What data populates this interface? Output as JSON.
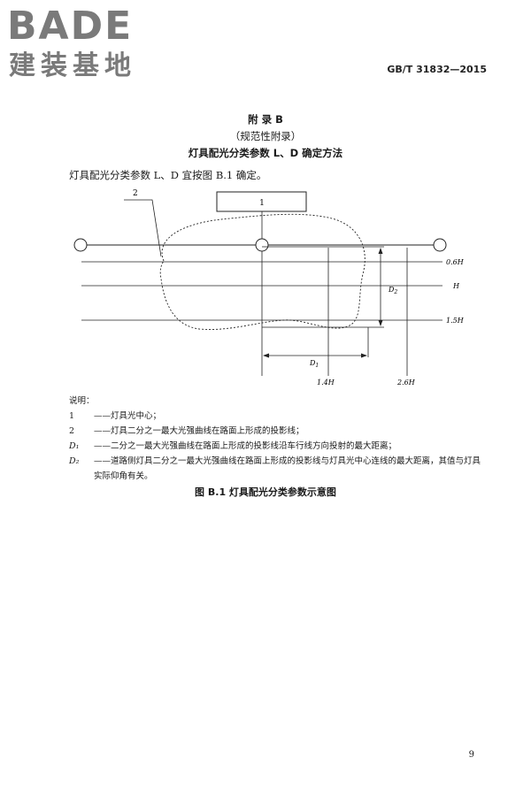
{
  "logo": {
    "word": "BADE",
    "chinese": "建装基地",
    "color": "#7a7a7a"
  },
  "header": {
    "standard_code": "GB/T 31832—2015"
  },
  "headings": {
    "appendix": "附  录  B",
    "appendix_type": "（规范性附录）",
    "title": "灯具配光分类参数 L、D 确定方法"
  },
  "intro": "灯具配光分类参数 L、D 宜按图 B.1 确定。",
  "figure": {
    "label_1": "1",
    "label_2": "2",
    "line_labels": [
      "0.6H",
      "H",
      "1.5H"
    ],
    "bottom_labels": [
      "1.4H",
      "2.6H"
    ],
    "d1_label": "D",
    "d1_sub": "1",
    "d2_label": "D",
    "d2_sub": "2"
  },
  "notes": {
    "title": "说明：",
    "items": [
      {
        "key": "1",
        "text": "——灯具光中心；"
      },
      {
        "key": "2",
        "text": "——灯具二分之一最大光强曲线在路面上形成的投影线；"
      },
      {
        "key": "D₁",
        "text": "——二分之一最大光强曲线在路面上形成的投影线沿车行线方向投射的最大距离；"
      },
      {
        "key": "D₂",
        "text": "——道路侧灯具二分之一最大光强曲线在路面上形成的投影线与灯具光中心连线的最大距离，其值与灯具实际仰角有关。"
      }
    ]
  },
  "caption": "图 B.1   灯具配光分类参数示意图",
  "page_number": "9"
}
